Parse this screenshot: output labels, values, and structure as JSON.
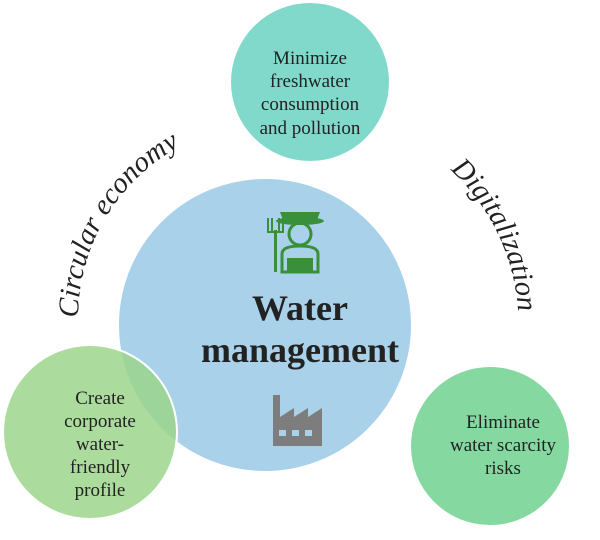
{
  "center": {
    "title_line1": "Water",
    "title_line2": "management"
  },
  "top": {
    "lines": [
      "Minimize",
      "freshwater",
      "consumption",
      "and pollution"
    ]
  },
  "left": {
    "lines": [
      "Create",
      "corporate",
      "water-",
      "friendly",
      "profile"
    ]
  },
  "right": {
    "lines": [
      "Eliminate",
      "water scarcity",
      "risks"
    ]
  },
  "arc_labels": {
    "left": "Circular economy",
    "right": "Digitalization"
  },
  "colors": {
    "center": "#a9d1ea",
    "top": "#7fdacb",
    "left": "#aadb9c",
    "right": "#82d69e",
    "farmer": "#3a8f3a",
    "factory": "#7d7d7d"
  }
}
